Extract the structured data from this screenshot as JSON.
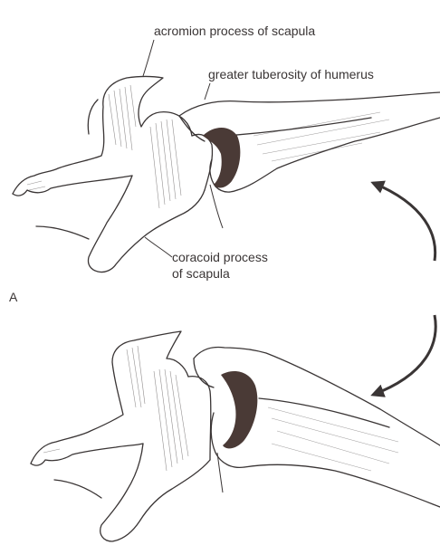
{
  "figure": {
    "labels": {
      "acromion": "acromion process of scapula",
      "greater_tuberosity": "greater tuberosity of humerus",
      "coracoid_line1": "coracoid process",
      "coracoid_line2": "of scapula",
      "panel_a": "A"
    },
    "colors": {
      "ink": "#3a3535",
      "shading": "#4a3a36",
      "paper": "#ffffff"
    },
    "icons": {
      "rotation_arrow_up": "curved-arrow-up-left-icon",
      "rotation_arrow_down": "curved-arrow-down-left-icon"
    }
  }
}
